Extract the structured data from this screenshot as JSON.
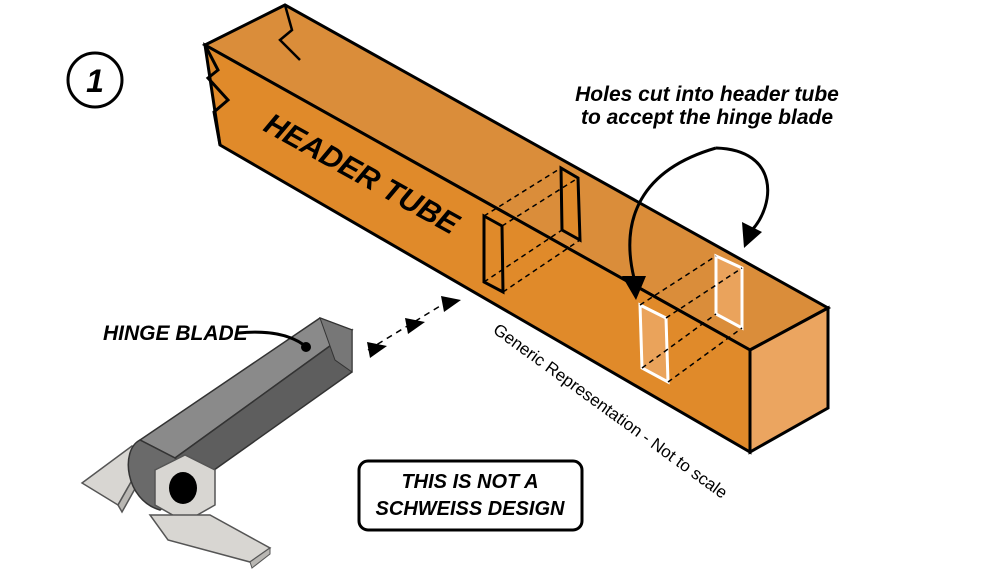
{
  "step": {
    "number": "1"
  },
  "labels": {
    "header_tube": "HEADER TUBE",
    "hinge_blade": "HINGE BLADE",
    "holes_line1": "Holes cut into header tube",
    "holes_line2": "to accept the hinge blade",
    "generic_note": "Generic Representation - Not to scale",
    "disclaimer_line1": "THIS IS NOT A",
    "disclaimer_line2": "SCHWEISS DESIGN"
  },
  "colors": {
    "tube_fill": "#e08a2a",
    "tube_end": "#eba560",
    "blade_fill": "#6b6b6b",
    "bracket_fill": "#d8d6d2"
  }
}
